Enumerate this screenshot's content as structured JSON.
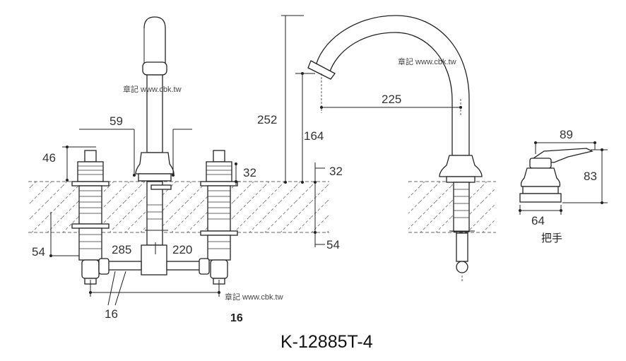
{
  "model_label": "K-12885T-4",
  "handle_label": "把手",
  "watermark": "章記 www.cbk.tw",
  "dimensions": {
    "d59": "59",
    "d46": "46",
    "d54_left": "54",
    "d285": "285",
    "d220": "220",
    "d16_left": "16",
    "d16_bold": "16",
    "d252": "252",
    "d32_mid": "32",
    "d164": "164",
    "d32_right": "32",
    "d54_right": "54",
    "d225": "225",
    "d89": "89",
    "d83": "83",
    "d64": "64"
  }
}
